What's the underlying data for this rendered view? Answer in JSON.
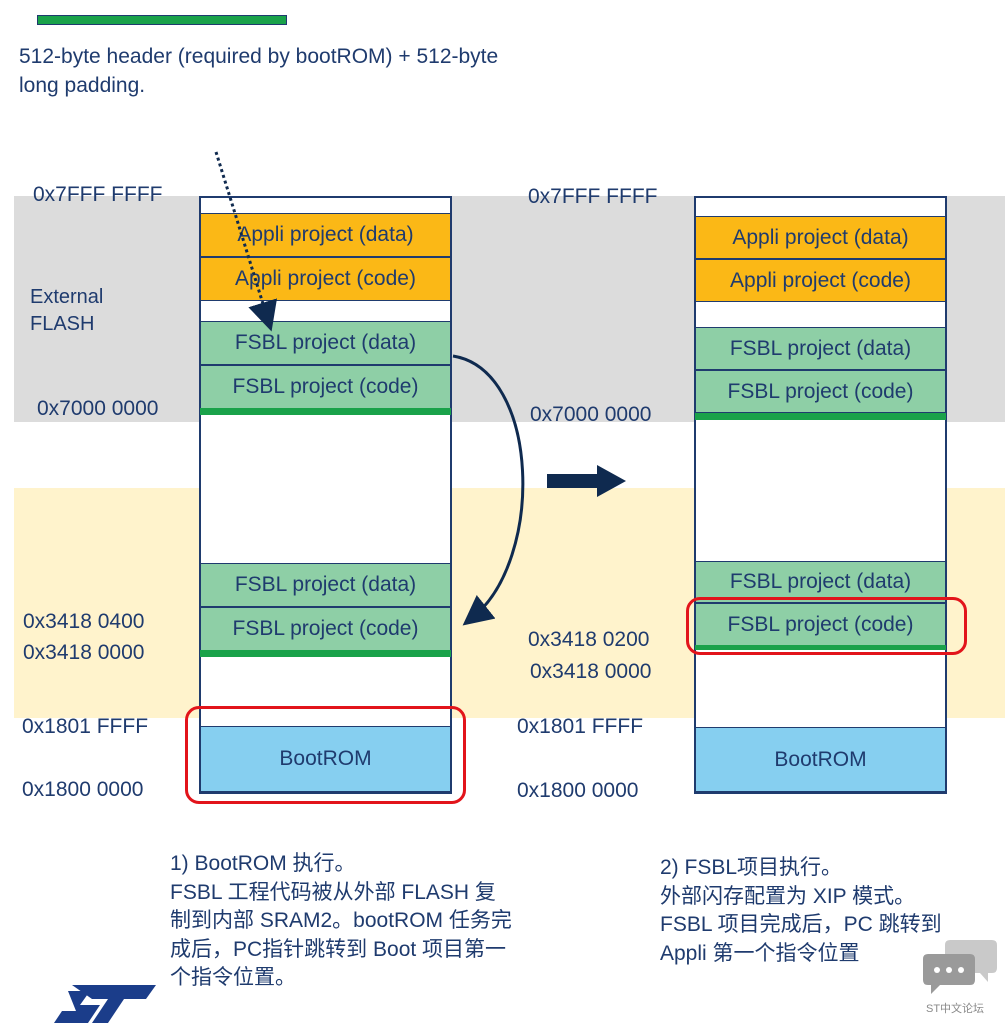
{
  "legend": {
    "green_bar_color": "#1aa24a",
    "text": "512-byte header (required by bootROM) + 512-byte\nlong padding."
  },
  "colors": {
    "external_flash_band": "#dcdcdc",
    "sram_band": "#fff3cc",
    "appli": "#fbb816",
    "fsbl": "#8ecfa6",
    "bootrom": "#86cff0",
    "highlight": "#e2141b",
    "text": "#1f3b6e"
  },
  "region_label": "External\nFLASH",
  "left": {
    "addr_flash_top": "0x7FFF FFFF",
    "addr_flash_base": "0x7000 0000",
    "addr_sram_code": "0x3418 0400",
    "addr_sram_base": "0x3418 0000",
    "addr_rom_top": "0x1801 FFFF",
    "addr_rom_base": "0x1800 0000",
    "appli_data": "Appli project (data)",
    "appli_code": "Appli project (code)",
    "fsbl_data": "FSBL project (data)",
    "fsbl_code": "FSBL project (code)",
    "sram_fsbl_data": "FSBL project (data)",
    "sram_fsbl_code": "FSBL project (code)",
    "bootrom": "BootROM"
  },
  "right": {
    "addr_flash_top": "0x7FFF FFFF",
    "addr_flash_base": "0x7000 0000",
    "addr_sram_code": "0x3418 0200",
    "addr_sram_base": "0x3418 0000",
    "addr_rom_top": "0x1801 FFFF",
    "addr_rom_base": "0x1800 0000",
    "appli_data": "Appli project (data)",
    "appli_code": "Appli project (code)",
    "fsbl_data": "FSBL project (data)",
    "fsbl_code": "FSBL project (code)",
    "sram_fsbl_data": "FSBL project (data)",
    "sram_fsbl_code": "FSBL project (code)",
    "bootrom": "BootROM"
  },
  "notes": {
    "step1": "1) BootROM 执行。\nFSBL 工程代码被从外部 FLASH 复\n制到内部 SRAM2。bootROM 任务完\n成后，PC指针跳转到 Boot 项目第一\n个指令位置。",
    "step2": "2) FSBL项目执行。\n外部闪存配置为 XIP 模式。\nFSBL 项目完成后，PC 跳转到\nAppli 第一个指令位置"
  },
  "watermark": {
    "icon": "chat-bubbles-icon",
    "text": "ST中文论坛"
  },
  "logo": {
    "icon": "st-logo-icon"
  }
}
